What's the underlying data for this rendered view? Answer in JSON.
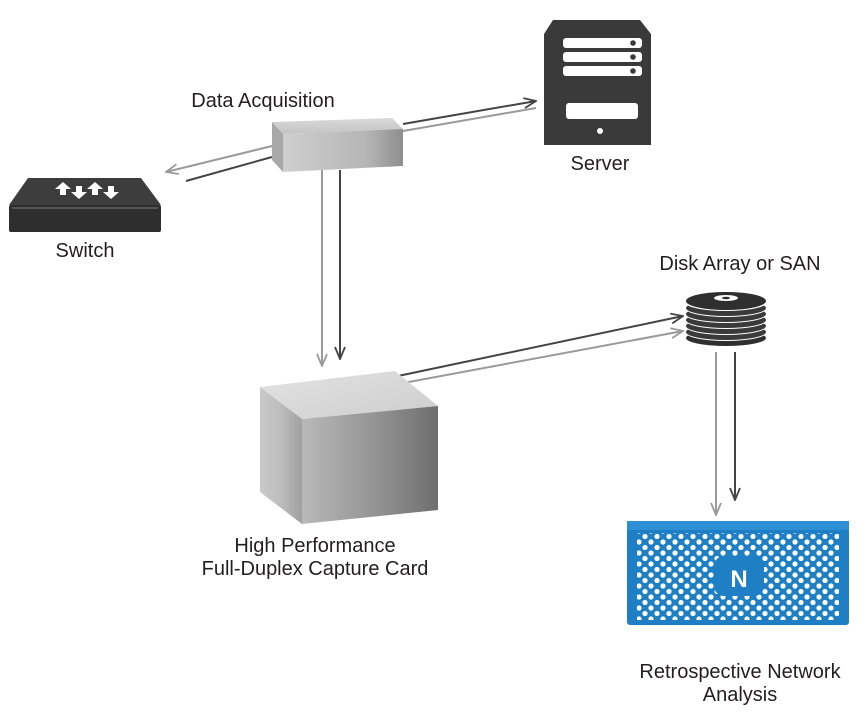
{
  "labels": {
    "data_acquisition": "Data Acquisition",
    "server": "Server",
    "switch": "Switch",
    "disk_array": "Disk Array or SAN",
    "capture_card_line1": "High Performance",
    "capture_card_line2": "Full-Duplex Capture Card",
    "analysis_line1": "Retrospective Network",
    "analysis_line2": "Analysis"
  },
  "analysis_logo": "N",
  "icons": {
    "switch": "switch-icon",
    "server": "server-icon",
    "data_acquisition": "tap-device-icon",
    "capture_card": "capture-card-icon",
    "disk_array": "disk-stack-icon",
    "analysis": "network-analysis-appliance-icon"
  },
  "colors": {
    "dark_arrow": "#444444",
    "light_arrow": "#9a9a9a",
    "device_dark": "#3a3a3a",
    "appliance_blue": "#1f7fc4",
    "text": "#231f20"
  }
}
